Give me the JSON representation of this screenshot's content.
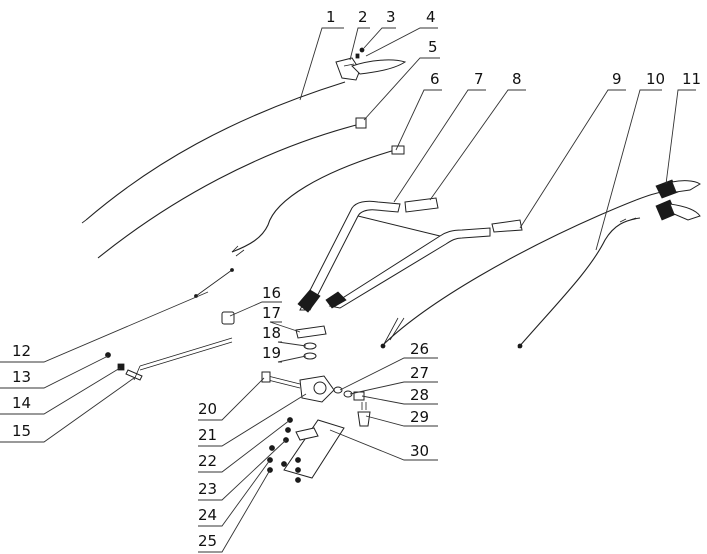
{
  "diagram": {
    "callouts": [
      {
        "id": "1",
        "text": "1"
      },
      {
        "id": "2",
        "text": "2"
      },
      {
        "id": "3",
        "text": "3"
      },
      {
        "id": "4",
        "text": "4"
      },
      {
        "id": "5",
        "text": "5"
      },
      {
        "id": "6",
        "text": "6"
      },
      {
        "id": "7",
        "text": "7"
      },
      {
        "id": "8",
        "text": "8"
      },
      {
        "id": "9",
        "text": "9"
      },
      {
        "id": "10",
        "text": "10"
      },
      {
        "id": "11",
        "text": "11"
      },
      {
        "id": "12",
        "text": "12"
      },
      {
        "id": "13",
        "text": "13"
      },
      {
        "id": "14",
        "text": "14"
      },
      {
        "id": "15",
        "text": "15"
      },
      {
        "id": "16",
        "text": "16"
      },
      {
        "id": "17",
        "text": "17"
      },
      {
        "id": "18",
        "text": "18"
      },
      {
        "id": "19",
        "text": "19"
      },
      {
        "id": "20",
        "text": "20"
      },
      {
        "id": "21",
        "text": "21"
      },
      {
        "id": "22",
        "text": "22"
      },
      {
        "id": "23",
        "text": "23"
      },
      {
        "id": "24",
        "text": "24"
      },
      {
        "id": "25",
        "text": "25"
      },
      {
        "id": "26",
        "text": "26"
      },
      {
        "id": "27",
        "text": "27"
      },
      {
        "id": "28",
        "text": "28"
      },
      {
        "id": "29",
        "text": "29"
      },
      {
        "id": "30",
        "text": "30"
      }
    ],
    "line_color": "#222222",
    "background": "#ffffff"
  }
}
